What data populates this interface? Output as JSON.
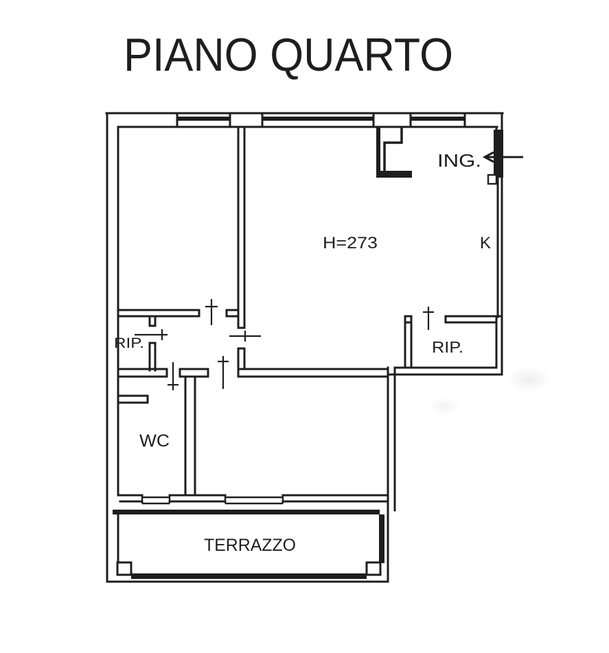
{
  "title": "PIANO QUARTO",
  "floor_plan": {
    "labels": {
      "entrance": "ING.",
      "ceiling_height": "H=273",
      "kitchen": "K",
      "storage_left": "RIP.",
      "storage_right": "RIP.",
      "wc": "WC",
      "terrace": "TERRAZZO"
    },
    "icons": {
      "entrance_arrow": "left-arrow"
    },
    "colors": {
      "ink": "#1e1e1e",
      "paper": "#ffffff"
    }
  }
}
